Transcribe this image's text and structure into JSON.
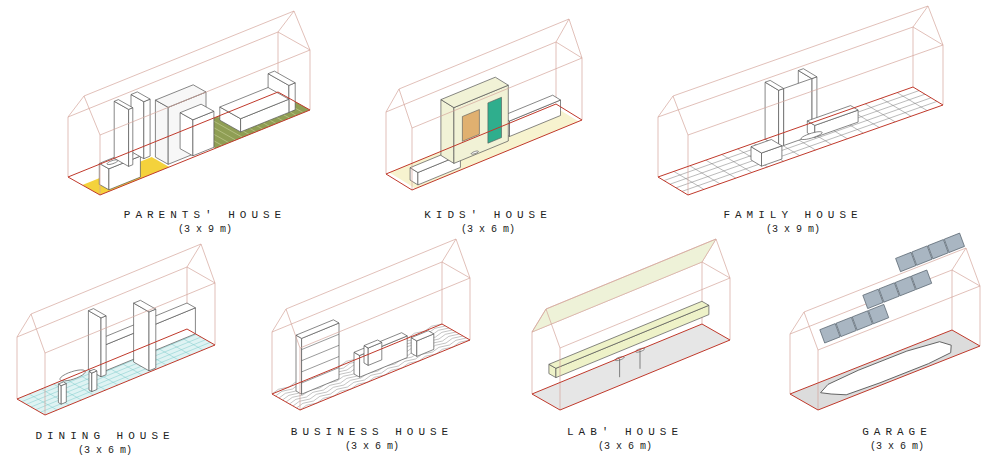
{
  "diagram": {
    "labels": [
      "PARENTS' HOUSE",
      "(3 x 9 m)",
      "KIDS' HOUSE",
      "(3 x 6 m)",
      "FAMILY HOUSE",
      "(3 x 9 m)",
      "DINING HOUSE",
      "(3 x 6 m)",
      "BUSINESS HOUSE",
      "(3 x 6 m)",
      "LAB' HOUSE",
      "(3 x 6 m)",
      "GARAGE",
      "(3 x 6 m)"
    ]
  }
}
